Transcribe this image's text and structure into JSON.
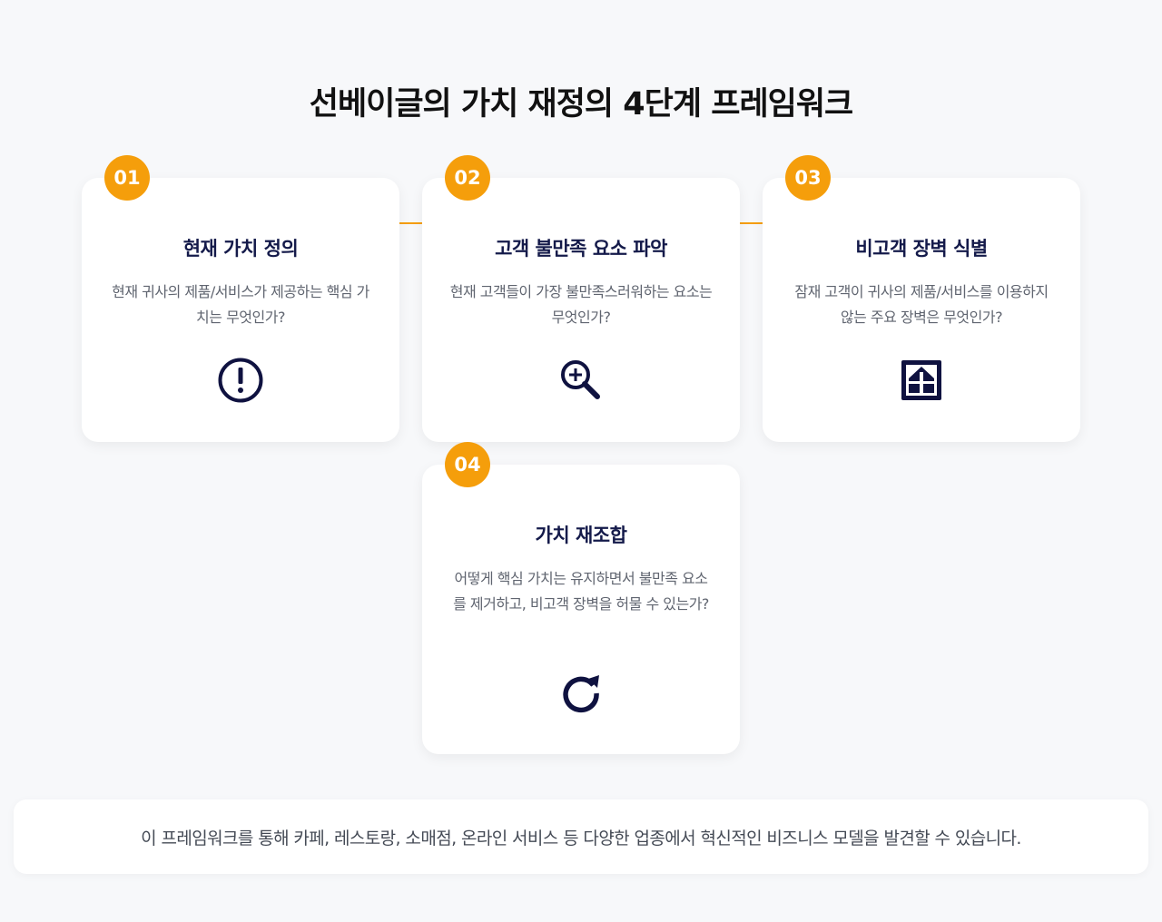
{
  "title": "선베이글의 가치 재정의 4단계 프레임워크",
  "colors": {
    "accent": "#f59e0b",
    "card_title": "#141a4a",
    "icon": "#0f1240",
    "description": "#606570",
    "background": "#f7f8fa"
  },
  "steps": [
    {
      "number": "01",
      "title": "현재 가치 정의",
      "description": "현재 귀사의 제품/서비스가 제공하는 핵심 가치는 무엇인가?",
      "icon": "exclamation-circle-icon"
    },
    {
      "number": "02",
      "title": "고객 불만족 요소 파악",
      "description": "현재 고객들이 가장 불만족스러워하는 요소는 무엇인가?",
      "icon": "zoom-in-icon"
    },
    {
      "number": "03",
      "title": "비고객 장벽 식별",
      "description": "잠재 고객이 귀사의 제품/서비스를 이용하지 않는 주요 장벽은 무엇인가?",
      "icon": "barrier-box-icon"
    },
    {
      "number": "04",
      "title": "가치 재조합",
      "description": "어떻게 핵심 가치는 유지하면서 불만족 요소를 제거하고, 비고객 장벽을 허물 수 있는가?",
      "icon": "refresh-icon"
    }
  ],
  "footer": "이 프레임워크를 통해 카페, 레스토랑, 소매점, 온라인 서비스 등 다양한 업종에서 혁신적인 비즈니스 모델을 발견할 수 있습니다."
}
